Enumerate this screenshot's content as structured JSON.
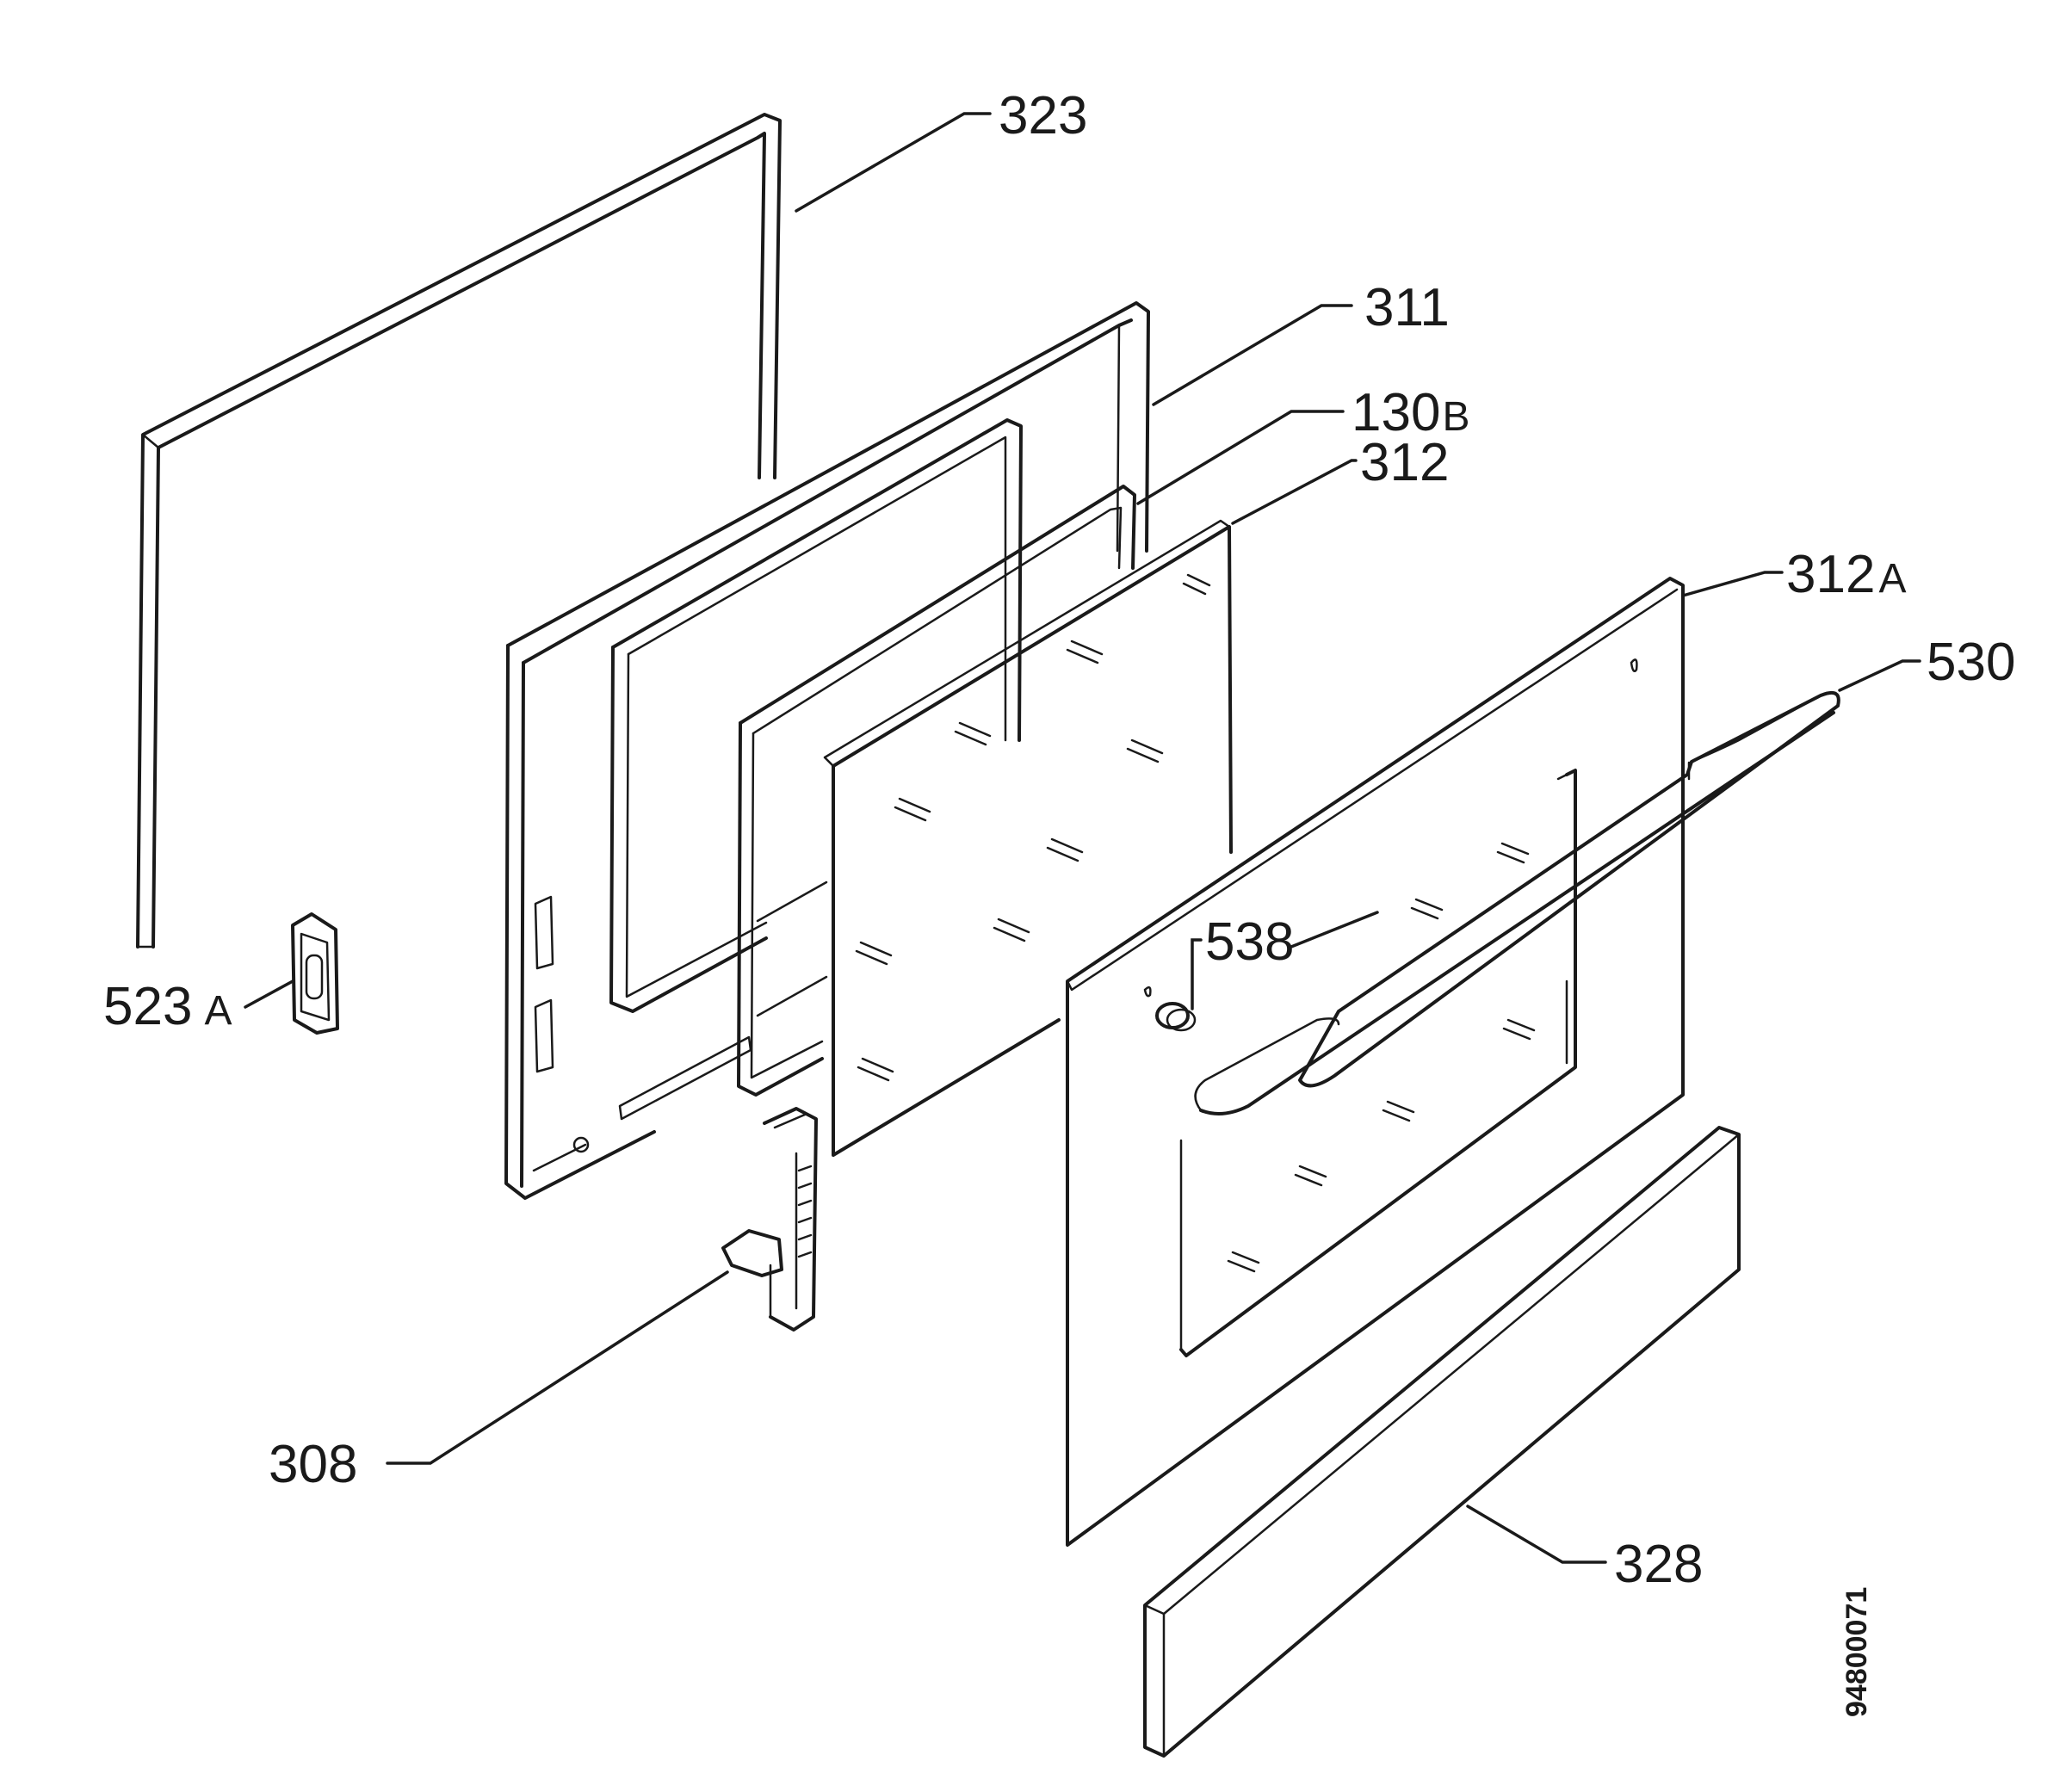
{
  "labels": {
    "p323": "323",
    "p311": "311",
    "p130b_num": "130",
    "p130b_suffix": "B",
    "p312": "312",
    "p312a_num": "312",
    "p312a_suffix": "A",
    "p530": "530",
    "p538": "538",
    "p523a_num": "523",
    "p523a_suffix": "A",
    "p308": "308",
    "p328": "328"
  },
  "document_number": "94800071",
  "colors": {
    "line": "#1a1a1a",
    "background": "#ffffff"
  }
}
